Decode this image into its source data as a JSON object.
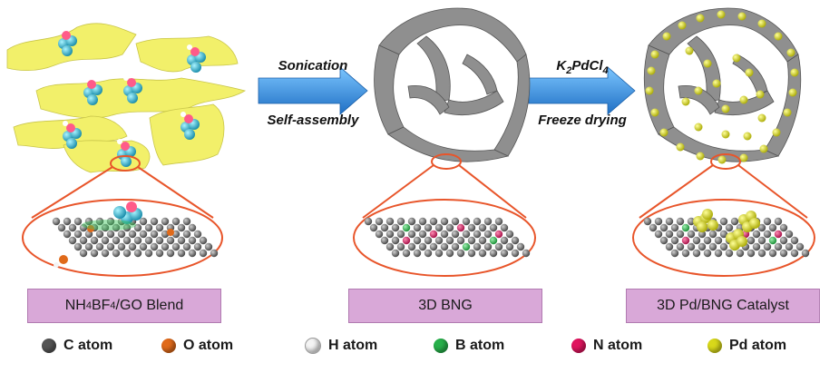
{
  "arrows": {
    "first": {
      "top_label": "Sonication",
      "bottom_label": "Self-assembly"
    },
    "second": {
      "top_label_base": "K",
      "top_label_sub1": "2",
      "top_label_mid": "PdCl",
      "top_label_sub2": "4",
      "bottom_label": "Freeze drying"
    }
  },
  "stages": {
    "blend": {
      "label_a": "NH",
      "sub_a": "4",
      "label_b": "BF",
      "sub_b": "4",
      "label_c": "/GO Blend"
    },
    "bng": {
      "label": "3D BNG"
    },
    "catalyst": {
      "label": "3D Pd/BNG Catalyst"
    }
  },
  "legend": [
    {
      "label": "C atom",
      "color": "#555555"
    },
    {
      "label": "O atom",
      "color": "#e06a1a"
    },
    {
      "label": "H atom",
      "color": "#f4f4f4"
    },
    {
      "label": "B atom",
      "color": "#27b04a"
    },
    {
      "label": "N atom",
      "color": "#e0155f"
    },
    {
      "label": "Pd atom",
      "color": "#d8d81a"
    }
  ],
  "colors": {
    "go_sheet": "#f2f06a",
    "framework": "#8a8a8a",
    "arrow": "#3a8fd8",
    "zoom_line": "#e8552a",
    "label_box": "#d9a8d8"
  }
}
